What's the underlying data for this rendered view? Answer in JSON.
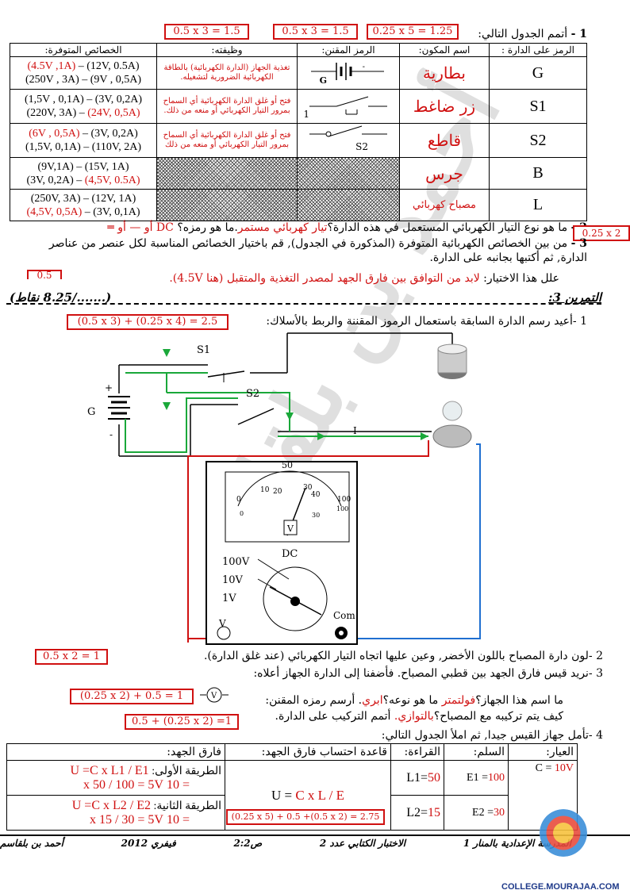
{
  "marks": {
    "m1": "0.5 x 3 = 1.5",
    "m2": "0.5 x 3 = 1.5",
    "m3": "0.25 x 5 = 1.25",
    "q2": "0.25 x 2",
    "q3": "0.5",
    "ex3": "(0.5 x 3) + (0.25 x 4) = 2.5",
    "ex3_2": "0.5 x 2 = 1",
    "ex3_3a": "(0.25 x 2) + 0.5 = 1",
    "ex3_3b": "0.5 + (0.25 x 2) =1",
    "ex3_4": "(0.25 x 5) + 0.5 +(0.5 x 2) = 2.75"
  },
  "section1": {
    "num": "1 -",
    "title": "أتمم الجدول التالي:",
    "headers": [
      "الرمز على الدارة :",
      "اسم المكون:",
      "الرمز المقنن:",
      "وظيفته:",
      "الخصائص المتوفرة:"
    ],
    "rows": [
      {
        "code": "G",
        "name": "بطارية",
        "func": "تغذية الجهاز (الدارة الكهربائية) بالطاقة الكهربائية الضرورية لتشغيله.",
        "props": [
          "(4.5V ,1A)",
          " – (12V, 0.5A)",
          "(250V , 3A) – (9V , 0,5A)"
        ],
        "props_red": [
          true,
          false,
          false
        ],
        "sym": "G"
      },
      {
        "code": "S1",
        "name": "زر ضاغط",
        "func": "فتح أو غلق الدارة الكهربائية أي السماح بمرور التيار الكهربائي أو منعه من ذلك.",
        "props": [
          "(1,5V , 0,1A) – (3V, 0,2A)",
          "(220V, 3A) – ",
          "(24V, 0,5A)"
        ],
        "props_red": [
          false,
          false,
          true
        ],
        "sym": "S1"
      },
      {
        "code": "S2",
        "name": "قاطع",
        "func": "فتح أو غلق الدارة الكهربائية أي السماح بمرور التيار الكهربائي أو منعه من ذلك",
        "props": [
          "(6V , 0,5A)",
          " – (3V, 0,2A)",
          "(1,5V, 0,1A) – (110V, 2A)"
        ],
        "props_red": [
          true,
          false,
          false
        ],
        "sym": "S2"
      },
      {
        "code": "B",
        "name": "جرس",
        "func": "",
        "props": [
          "(9V,1A) – (15V, 1A)",
          "(3V, 0,2A) – ",
          "(4,5V, 0.5A)"
        ],
        "props_red": [
          false,
          false,
          true
        ],
        "sym": ""
      },
      {
        "code": "L",
        "name": "مصباح كهربائي",
        "func": "",
        "props": [
          "(250V, 3A) – (12V, 1A)",
          "(4,5V, 0,5A)",
          " – (3V, 0,1A)"
        ],
        "props_red": [
          false,
          true,
          false
        ],
        "sym": ""
      }
    ]
  },
  "q2": {
    "num": "2 -",
    "text": "ما هو نوع التيار الكهربائي المستعمل في هذه الدارة؟",
    "answer": "تيار كهربائي مستمر",
    "text2": ".ما هو رمزه؟",
    "answer2": "DC أو — أو ═"
  },
  "q3": {
    "num": "3 -",
    "text": "من بين الخصائص الكهربائية المتوفرة (المذكورة في الجدول), قم باختيار الخصائص المناسبة لكل عنصر من عناصر الدارة, ثم أكتبها بجانبه على الدارة.",
    "justify": "علل هذا الاختيار:",
    "answer": "لابد من التوافق بين فارق الجهد لمصدر التغذية والمتقبل (هنا 4.5V)."
  },
  "ex3": {
    "title": "التمرين 3:",
    "points": "(......./8.25 نقاط)",
    "i1": "1 -أعيد رسم الدارة السابقة باستعمال الرموز المقننة والربط بالأسلاك:"
  },
  "circuit": {
    "S1": "S1",
    "S2": "S2",
    "G": "G",
    "plus": "+",
    "minus": "-",
    "I": "I",
    "scale_top": "50",
    "tick0": "0",
    "tick10": "10",
    "tick20": "20",
    "tick30": "30",
    "tick40": "40",
    "tick100": "100",
    "tick0b": "0",
    "tick30b": "30",
    "tickb100": "100",
    "unit": "V",
    "dc": "DC",
    "r100": "100V",
    "r10": "10V",
    "r1": "1V",
    "com": "Com",
    "v": "V"
  },
  "ex3_2": {
    "num": "2",
    "text": "-لون دارة المصباح باللون الأخضر, وعين عليها اتجاه التيار الكهربائي (عند غلق الدارة)."
  },
  "ex3_3": {
    "num": "3",
    "text": "-نريد قيس فارق الجهد بين قطبي المصباح. فأضفنا إلى الدارة الجهاز أعلاه:",
    "sym": "V",
    "q": "ما اسم هذا الجهاز؟",
    "a": "فولتمتر",
    "q2": "ما هو نوعه؟",
    "a2": "ابري",
    "q3": "أرسم رمزه المقنن:",
    "q4": "كيف يتم تركيبه مع المصباح؟",
    "a4": "بالتوازي.",
    "q5": "أتمم التركيب على الدارة."
  },
  "ex3_4": {
    "num": "4",
    "text": "-تأمل جهاز القيس جيدا, ثم املأ الجدول التالي:",
    "headers": [
      "العيار:",
      "السلم:",
      "القراءة:",
      "قاعدة احتساب فارق الجهد:",
      "فارق الجهد:"
    ],
    "calibre": "C = ",
    "calibre_v": "10V",
    "e1": "E1 =",
    "e1v": "100",
    "l1": "L1=",
    "l1v": "50",
    "e2": "E2 =",
    "e2v": "30",
    "l2": "L2=",
    "l2v": "15",
    "rule": "U = ",
    "rule_v": "C x L / E",
    "m1": "الطريقة الأولى:",
    "m1a": "U =C x L1 / E1",
    "m1b": "= 10 x 50 / 100 = 5V",
    "m2": "الطريقة الثانية:",
    "m2a": "U =C x L2 / E2",
    "m2b": "= 10 x 15 / 30 = 5V"
  },
  "watermark": "أحمد بن بلقاسم",
  "footer": {
    "school": "المدرسة الإعدادية بالمنار 1",
    "test": "الاختبار الكتابي عدد 2",
    "page": "ص2:2",
    "date": "فيفري 2012",
    "author": "أحمد بن بلقاسم",
    "site": "COLLEGE.MOURAJAA.COM"
  },
  "colors": {
    "red": "#d01010",
    "green": "#1aa83a",
    "blue": "#1f6fd0"
  }
}
